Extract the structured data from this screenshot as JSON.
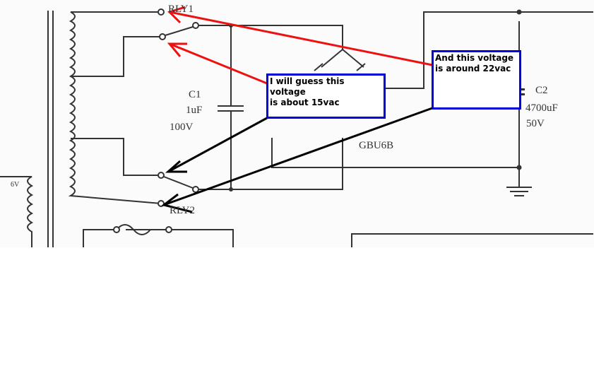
{
  "schematic": {
    "relay1_label": "RLY1",
    "relay2_label": "RLY2",
    "c1": {
      "name": "C1",
      "value": "1uF",
      "voltage": "100V"
    },
    "bridge_label": "GBU6B",
    "c2": {
      "name": "C2",
      "value": "4700uF",
      "voltage": "50V"
    },
    "primary_label": "6V"
  },
  "annotations": [
    {
      "text_line1": "I will guess this voltage",
      "text_line2": "is about 15vac"
    },
    {
      "text_line1": "And this voltage",
      "text_line2": "is around 22vac"
    }
  ],
  "colors": {
    "box": "#0000d8",
    "upper_arrow": "#ee1111",
    "lower_arrow": "#000000"
  }
}
